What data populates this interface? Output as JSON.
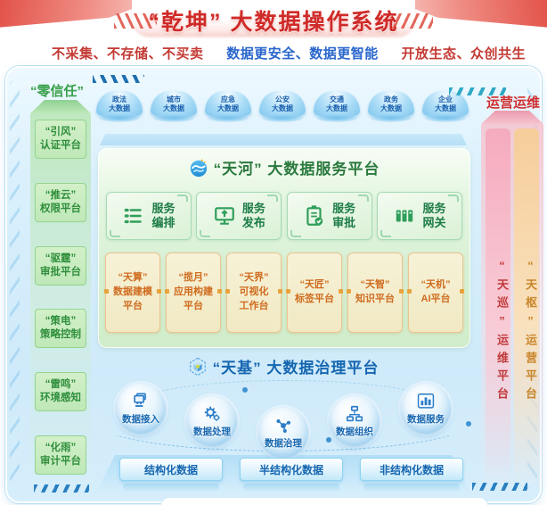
{
  "header": {
    "title": "“乾坤” 大数据操作系统",
    "slogans": [
      {
        "text": "不采集、不存储、不买卖",
        "color": "#c43a34"
      },
      {
        "text": "数据更安全、数据更智能",
        "color": "#2a66cc"
      },
      {
        "text": "开放生态、众创共生",
        "color": "#c43a34"
      }
    ]
  },
  "left_column": {
    "title": "“零信任”",
    "items": [
      {
        "line1": "“引风”",
        "line2": "认证平台"
      },
      {
        "line1": "“推云”",
        "line2": "权限平台"
      },
      {
        "line1": "“驱霆”",
        "line2": "审批平台"
      },
      {
        "line1": "“策电”",
        "line2": "策略控制"
      },
      {
        "line1": "“雷鸣”",
        "line2": "环境感知"
      },
      {
        "line1": "“化雨”",
        "line2": "审计平台"
      }
    ]
  },
  "clouds": [
    {
      "line1": "政法",
      "line2": "大数据"
    },
    {
      "line1": "城市",
      "line2": "大数据"
    },
    {
      "line1": "应急",
      "line2": "大数据"
    },
    {
      "line1": "公安",
      "line2": "大数据"
    },
    {
      "line1": "交通",
      "line2": "大数据"
    },
    {
      "line1": "政务",
      "line2": "大数据"
    },
    {
      "line1": "企业",
      "line2": "大数据"
    }
  ],
  "tianhe": {
    "title": "“天河” 大数据服务平台",
    "title_icon": "wave-icon",
    "services": [
      {
        "icon": "orchestration-icon",
        "line1": "服务",
        "line2": "编排"
      },
      {
        "icon": "publish-icon",
        "line1": "服务",
        "line2": "发布"
      },
      {
        "icon": "approval-icon",
        "line1": "服务",
        "line2": "审批"
      },
      {
        "icon": "gateway-icon",
        "line1": "服务",
        "line2": "网关"
      }
    ],
    "apps": [
      {
        "line1": "“天算”",
        "line2": "数据建模",
        "line3": "平台"
      },
      {
        "line1": "“揽月”",
        "line2": "应用构建",
        "line3": "平台"
      },
      {
        "line1": "“天界”",
        "line2": "可视化",
        "line3": "工作台"
      },
      {
        "line1": "“天匠”",
        "line2": "标签平台",
        "line3": ""
      },
      {
        "line1": "“天智”",
        "line2": "知识平台",
        "line3": ""
      },
      {
        "line1": "“天机”",
        "line2": "AI平台",
        "line3": ""
      }
    ]
  },
  "tianji": {
    "title": "“天基” 大数据治理平台",
    "title_icon": "cube-hexagon-icon",
    "steps": [
      {
        "icon": "data-access-icon",
        "label": "数据接入"
      },
      {
        "icon": "data-processing-icon",
        "label": "数据处理"
      },
      {
        "icon": "data-governance-icon",
        "label": "数据治理"
      },
      {
        "icon": "data-organization-icon",
        "label": "数据组织"
      },
      {
        "icon": "data-service-icon",
        "label": "数据服务"
      }
    ],
    "data_types": [
      {
        "label": "结构化数据"
      },
      {
        "label": "半结构化数据"
      },
      {
        "label": "非结构化数据"
      }
    ]
  },
  "right_column": {
    "title": "运营运维",
    "bars": [
      {
        "label": "“天巡”运维平台"
      },
      {
        "label": "“天枢”运营平台"
      }
    ]
  },
  "colors": {
    "title_red": "#cf2a28",
    "slogan_red": "#c43a34",
    "slogan_blue": "#2a66cc",
    "zero_trust_green": "#2f8f3c",
    "tianhe_green": "#2b7a3e",
    "service_green": "#1d7c46",
    "app_orange": "#cf6b1e",
    "tianji_blue": "#1566b0",
    "cloud_blue": "#1a5fae",
    "ops_red": "#d03030",
    "bar_maintain_red": "#c13a3a",
    "bar_operate_orange": "#c9862c"
  }
}
